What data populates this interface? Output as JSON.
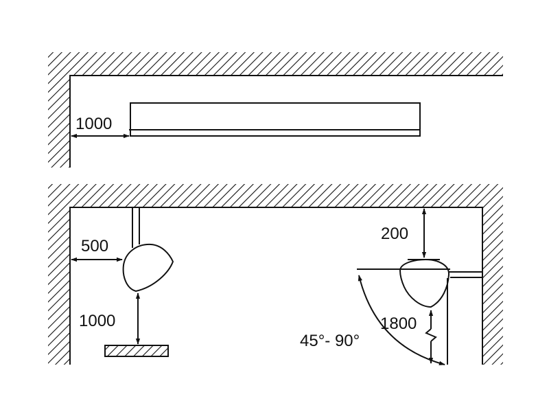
{
  "colors": {
    "ink": "#111111",
    "background": "#ffffff"
  },
  "top_view": {
    "wall_distance_label": "1000"
  },
  "side_view": {
    "left_wall_distance_label": "500",
    "left_height_label": "1000",
    "ceiling_distance_label": "200",
    "right_height_label": "1800",
    "angle_label": "45°- 90°"
  }
}
